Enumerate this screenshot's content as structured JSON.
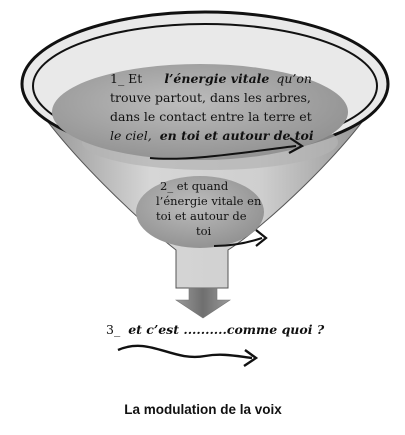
{
  "diagram": {
    "colors": {
      "funnel_fill": "#c8c8c8",
      "funnel_rim": "#111111",
      "ellipse_fill": "#9e9e9e",
      "pointer_arrow": "#8e8e8e",
      "text": "#111111"
    },
    "level1": {
      "number": "1_ Et",
      "line1_emph": "l’énergie vitale",
      "line1_rest": "qu’on",
      "line2": "trouve partout, dans les arbres,",
      "line3": "dans le contact entre la terre et",
      "line4_start": "le ciel,",
      "line4_emph": "en toi et autour de toi"
    },
    "level2": {
      "line1": "2_ et quand",
      "line2": "l’énergie vitale en",
      "line3": "toi et autour de",
      "line4": "toi"
    },
    "level3": {
      "prefix": "3_",
      "text": "et c’est ..........comme quoi ?"
    },
    "caption": "La modulation de la voix"
  }
}
